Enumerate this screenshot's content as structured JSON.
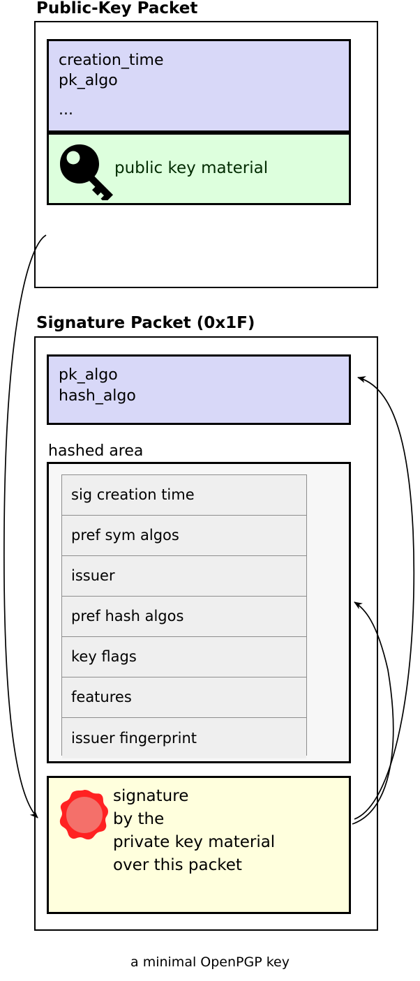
{
  "diagram": {
    "caption": "a minimal OpenPGP key",
    "colors": {
      "lavender": "#d8d8f8",
      "green": "#ddffdd",
      "yellow": "#ffffdd",
      "subpacket_gray": "#efefef",
      "hashed_area_gray": "#f7f7f7",
      "seal_red": "#ff2222",
      "seal_red_inner": "#f4706a",
      "outline": "#000000",
      "green_text": "#002b00"
    }
  },
  "public_key_packet": {
    "title": "Public-Key Packet",
    "header_fields": {
      "line1": "creation_time",
      "line2": "pk_algo",
      "line3": "..."
    },
    "key_material": {
      "icon": "key-icon",
      "label": "public key material"
    }
  },
  "signature_packet": {
    "title": "Signature Packet (0x1F)",
    "algo_fields": {
      "line1": "pk_algo",
      "line2": "hash_algo"
    },
    "hashed_area": {
      "label": "hashed area",
      "subpackets": [
        "sig creation time",
        "pref sym algos",
        "issuer",
        "pref hash algos",
        "key flags",
        "features",
        "issuer fingerprint"
      ]
    },
    "signature_block": {
      "icon": "wax-seal-icon",
      "line1": "signature",
      "line2": "by the",
      "line3": "private key material",
      "line4": "over this packet"
    }
  },
  "arrows": [
    {
      "name": "arrow-private-key-to-signature",
      "from": "public-key-packet",
      "to": "signature-block"
    },
    {
      "name": "arrow-signature-to-algo-fields",
      "from": "signature-block",
      "to": "signature-algo-fields"
    },
    {
      "name": "arrow-signature-to-hashed-area",
      "from": "signature-block",
      "to": "hashed-area"
    }
  ]
}
